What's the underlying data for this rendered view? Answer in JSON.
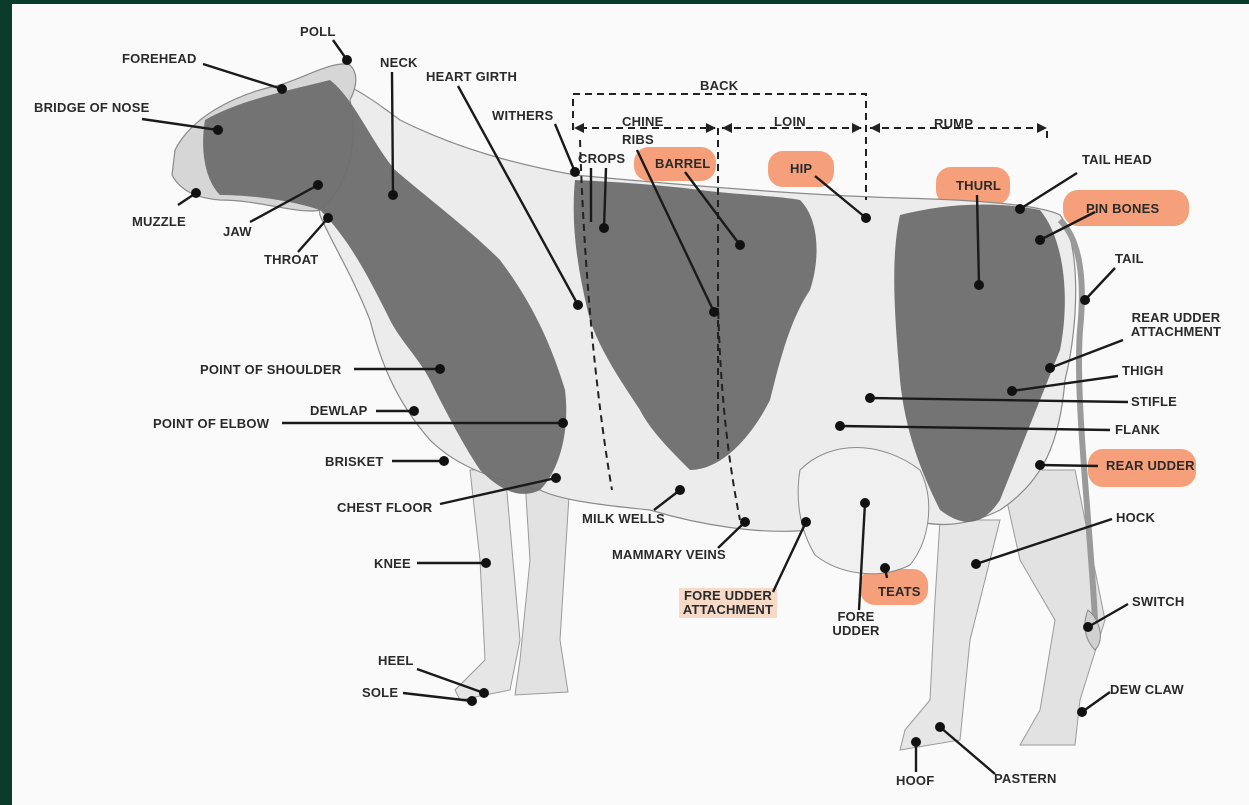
{
  "labels": {
    "poll": "POLL",
    "forehead": "FOREHEAD",
    "bridge_of_nose": "BRIDGE OF NOSE",
    "muzzle": "MUZZLE",
    "jaw": "JAW",
    "throat": "THROAT",
    "neck": "NECK",
    "heart_girth": "HEART GIRTH",
    "withers": "WITHERS",
    "crops": "CROPS",
    "back": "BACK",
    "chine": "CHINE",
    "ribs": "RIBS",
    "loin": "LOIN",
    "rump": "RUMP",
    "barrel": "BARREL",
    "hip": "HIP",
    "thurl": "THURL",
    "tail_head": "TAIL HEAD",
    "pin_bones": "PIN BONES",
    "tail": "TAIL",
    "rear_udder_attachment_1": "REAR UDDER",
    "rear_udder_attachment_2": "ATTACHMENT",
    "thigh": "THIGH",
    "stifle": "STIFLE",
    "flank": "FLANK",
    "rear_udder": "REAR UDDER",
    "hock": "HOCK",
    "switch": "SWITCH",
    "dew_claw": "DEW CLAW",
    "pastern": "PASTERN",
    "hoof": "HOOF",
    "teats": "TEATS",
    "fore_udder_1": "FORE",
    "fore_udder_2": "UDDER",
    "fore_udder_attachment_1": "FORE UDDER",
    "fore_udder_attachment_2": "ATTACHMENT",
    "mammary_veins": "MAMMARY VEINS",
    "milk_wells": "MILK WELLS",
    "chest_floor": "CHEST FLOOR",
    "brisket": "BRISKET",
    "point_of_elbow": "POINT OF ELBOW",
    "dewlap": "DEWLAP",
    "point_of_shoulder": "POINT OF SHOULDER",
    "knee": "KNEE",
    "heel": "HEEL",
    "sole": "SOLE"
  },
  "colors": {
    "frame": "#0a3a2a",
    "paper": "#fafafa",
    "highlight": "#f5a07a",
    "highlight_light": "#f7d9c8",
    "leader": "#1a1a1a",
    "red_coat": "#6e6e6e",
    "white_coat": "#e9e9e9"
  }
}
